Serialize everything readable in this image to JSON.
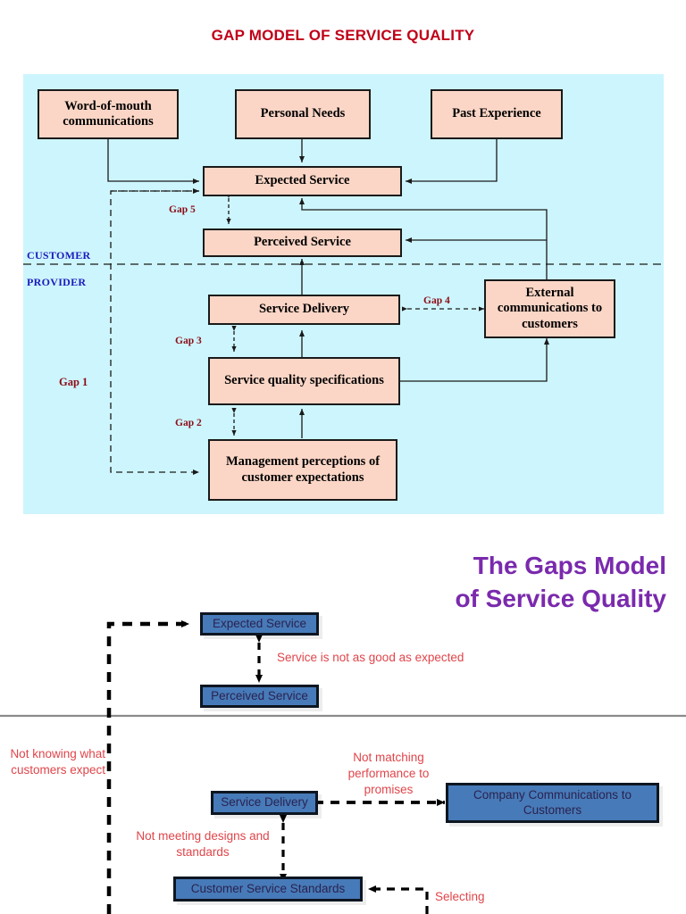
{
  "page": {
    "title": "GAP MODEL OF SERVICE QUALITY",
    "title_color": "#c00018",
    "background": "#ffffff"
  },
  "top_diagram": {
    "panel_color": "#cdf5fd",
    "box_fill": "#fbd6c6",
    "box_border": "#1a1a1a",
    "gap_label_color": "#8c0d16",
    "side_label_color": "#1b1bbd",
    "boxes": [
      {
        "id": "word-of-mouth",
        "label": "Word-of-mouth communications"
      },
      {
        "id": "personal-needs",
        "label": "Personal Needs"
      },
      {
        "id": "past-experience",
        "label": "Past Experience"
      },
      {
        "id": "expected-service",
        "label": "Expected Service"
      },
      {
        "id": "perceived-service",
        "label": "Perceived Service"
      },
      {
        "id": "service-delivery",
        "label": "Service Delivery"
      },
      {
        "id": "service-quality-spec",
        "label": "Service quality specifications"
      },
      {
        "id": "external-comms",
        "label": "External communications to customers"
      },
      {
        "id": "management-perceptions",
        "label": "Management perceptions of customer expectations"
      }
    ],
    "gap_labels": [
      {
        "id": "gap5",
        "label": "Gap 5"
      },
      {
        "id": "gap4",
        "label": "Gap 4"
      },
      {
        "id": "gap3",
        "label": "Gap 3"
      },
      {
        "id": "gap2",
        "label": "Gap 2"
      },
      {
        "id": "gap1",
        "label": "Gap 1"
      }
    ],
    "side_labels": [
      {
        "id": "customer",
        "label": "CUSTOMER"
      },
      {
        "id": "provider",
        "label": "PROVIDER"
      }
    ]
  },
  "bottom_diagram": {
    "title": "The Gaps Model of Service Quality",
    "title_color": "#7a2aad",
    "box_fill": "#477ab8",
    "box_border": "#0d1621",
    "box_text_color": "#2a2350",
    "note_color": "#e0454a",
    "boxes": [
      {
        "id": "expected-service",
        "label": "Expected Service"
      },
      {
        "id": "perceived-service",
        "label": "Perceived Service"
      },
      {
        "id": "service-delivery",
        "label": "Service Delivery"
      },
      {
        "id": "company-communications",
        "label": "Company Communications to Customers"
      },
      {
        "id": "customer-service-standards",
        "label": "Customer Service Standards"
      }
    ],
    "notes": [
      {
        "id": "gap5-note",
        "label": "Service is not as good as expected"
      },
      {
        "id": "gap1-note",
        "label": "Not knowing what customers expect"
      },
      {
        "id": "gap4-note",
        "label": "Not matching performance to promises"
      },
      {
        "id": "gap3-note",
        "label": "Not meeting designs and standards"
      },
      {
        "id": "gap2-note",
        "label": "Selecting"
      }
    ]
  }
}
